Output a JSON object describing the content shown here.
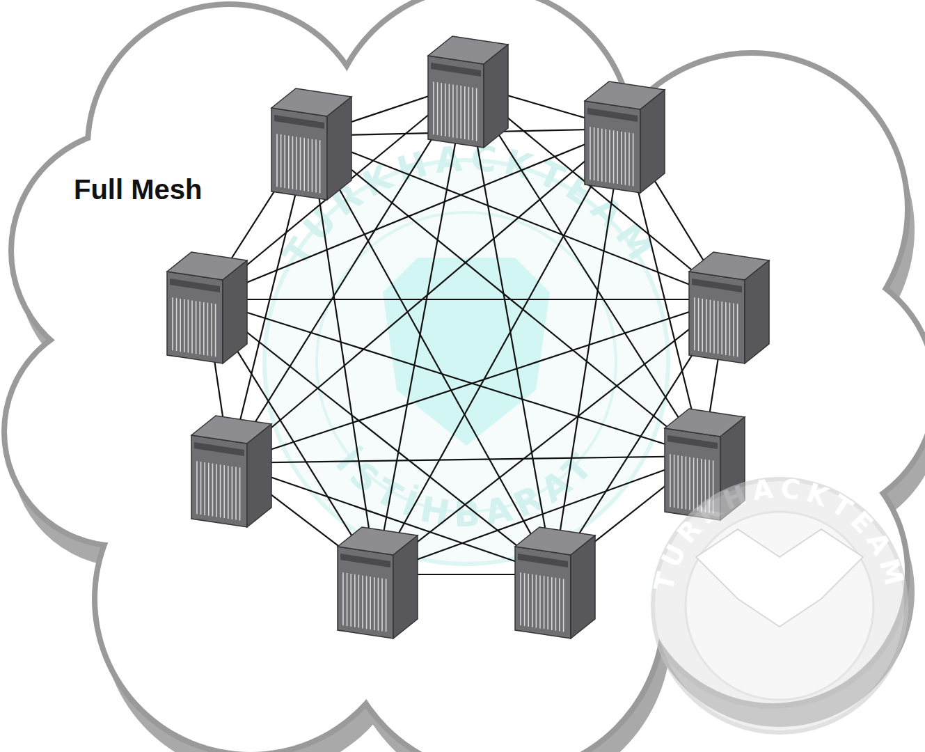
{
  "diagram": {
    "labels": [
      "Full Mesh",
      "TURKHACKTEAM",
      "İSTİHBARAT",
      "TURKHACKTEAM"
    ]
  }
}
